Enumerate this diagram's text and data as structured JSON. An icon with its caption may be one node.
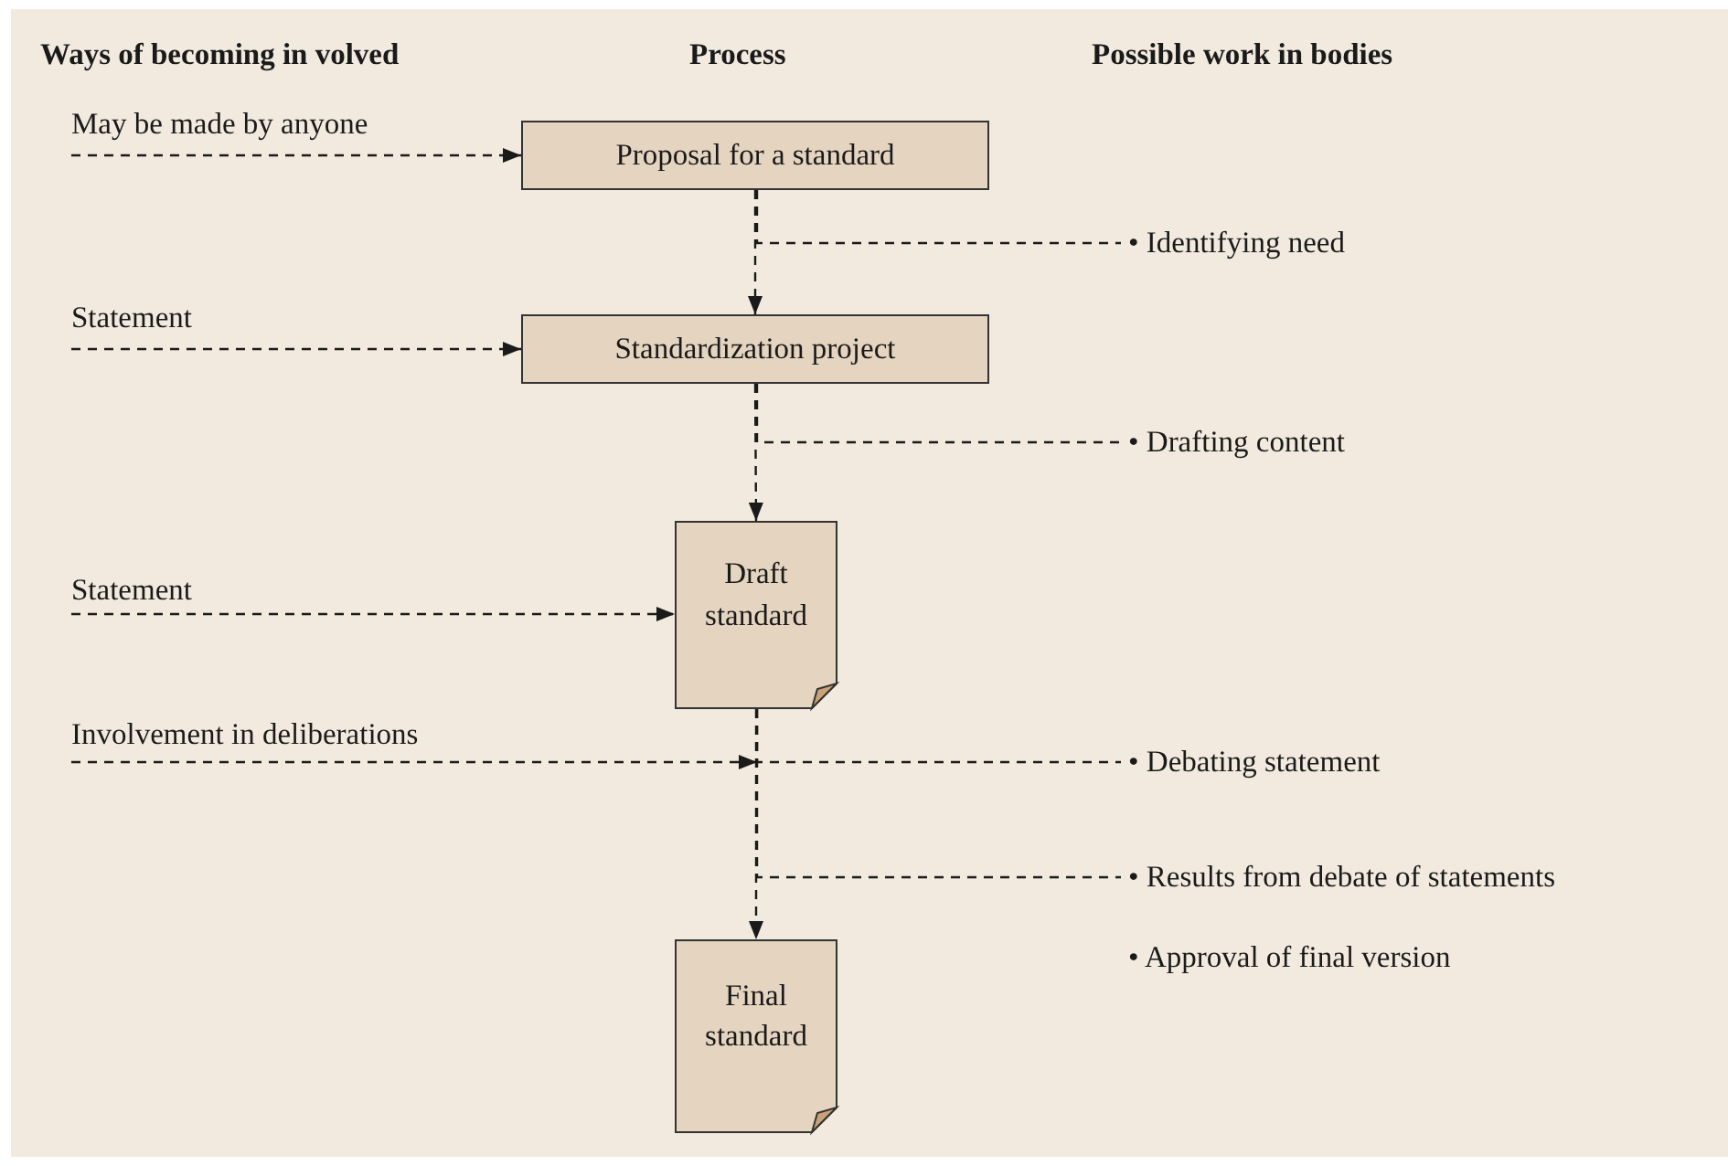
{
  "diagram": {
    "nodes": [
      {
        "text": [
          "Proposal for a standard"
        ]
      },
      {
        "text": [
          "Standardization project"
        ]
      },
      {
        "text": [
          "Draft standard"
        ]
      },
      {
        "text": [
          "Final standard"
        ]
      },
      {
        "text": [
          "May be made by anyone"
        ]
      },
      {
        "text": [
          "Statement"
        ]
      },
      {
        "text": [
          "Statement"
        ]
      },
      {
        "text": [
          "Involvement in deliberations"
        ]
      },
      {
        "text": [
          "• Identifying need"
        ]
      },
      {
        "text": [
          "• Drafting content"
        ]
      },
      {
        "text": [
          "• Debating statement"
        ]
      },
      {
        "text": [
          "• Results from debate of statements"
        ]
      }
    ],
    "edges": [
      {
        "from": 4,
        "to": 0,
        "arrow": "to",
        "style": "dashed"
      },
      {
        "from": 0,
        "to": 1,
        "arrow": "to",
        "style": "dashed"
      },
      {
        "from": 0,
        "to": 8,
        "arrow": "none",
        "style": "dashed"
      },
      {
        "from": 5,
        "to": 1,
        "arrow": "to",
        "style": "dashed"
      },
      {
        "from": 1,
        "to": 2,
        "arrow": "to",
        "style": "dashed"
      },
      {
        "from": 1,
        "to": 9,
        "arrow": "none",
        "style": "dashed"
      },
      {
        "from": 6,
        "to": 2,
        "arrow": "to",
        "style": "dashed"
      },
      {
        "from": 2,
        "to": 3,
        "arrow": "to",
        "style": "dashed"
      },
      {
        "from": 7,
        "to": null,
        "arrow": "to",
        "style": "dashed"
      },
      {
        "from": 2,
        "to": 10,
        "arrow": "none",
        "style": "dashed"
      },
      {
        "from": 2,
        "to": 11,
        "arrow": "none",
        "style": "dashed"
      }
    ],
    "labels": [
      "Ways of becoming in volved",
      "Process",
      "Possible work in bodies",
      "• Approval of final version"
    ]
  }
}
